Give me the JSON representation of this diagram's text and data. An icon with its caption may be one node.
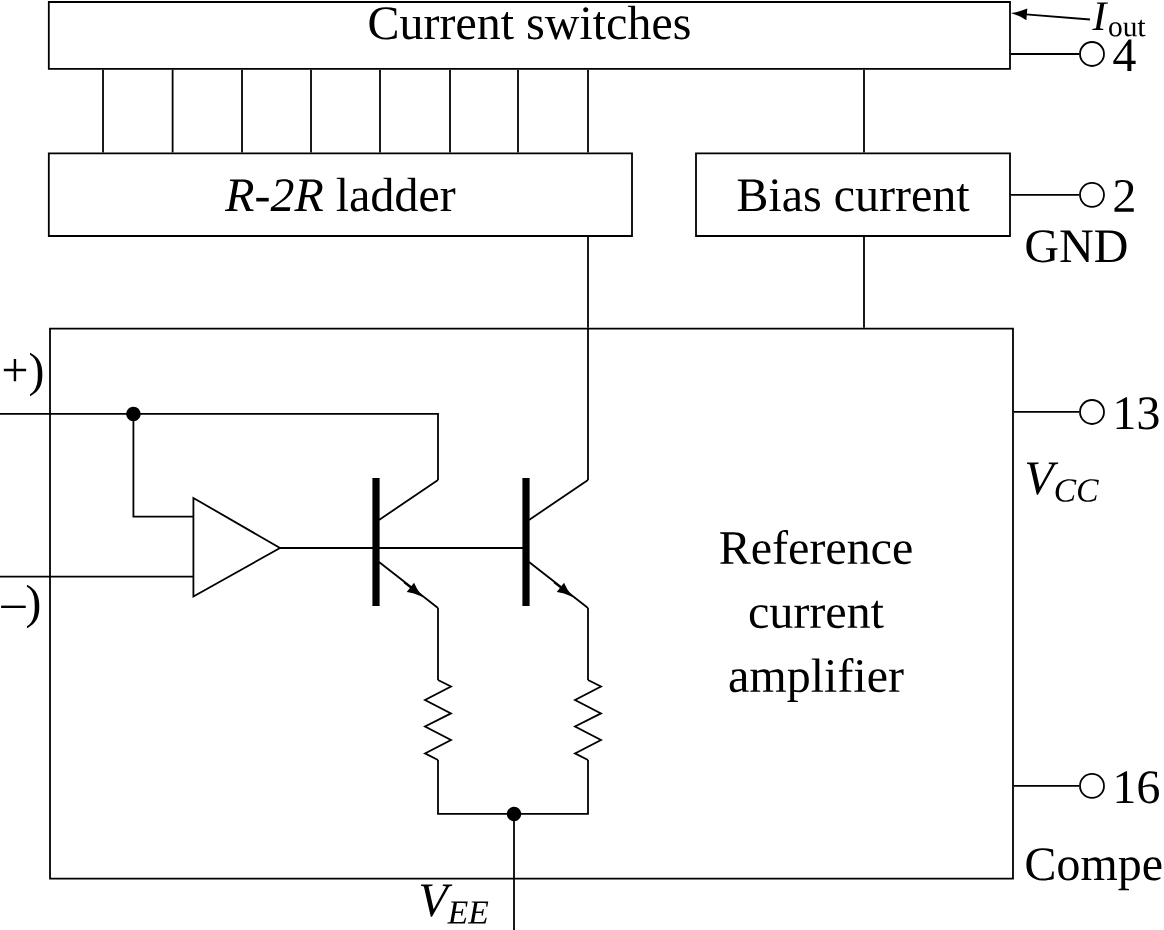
{
  "diagram": {
    "nodes": [
      {
        "text": [
          "Current switches"
        ]
      },
      {
        "text": [
          "*R-2R* ladder"
        ]
      },
      {
        "text": [
          "Bias current"
        ]
      },
      {
        "text": [
          "Reference current amplifier"
        ]
      },
      {
        "text": [
          "*I*$_{out}$"
        ]
      },
      {
        "text": [],
        "shape": "circle",
        "beside": [
          "4"
        ]
      },
      {
        "text": [],
        "shape": "circle",
        "beside": [
          "2",
          "GND"
        ]
      },
      {
        "text": [],
        "shape": "circle",
        "beside": [
          "13",
          "*V$_{CC}$*"
        ]
      },
      {
        "text": [],
        "shape": "circle",
        "beside": [
          "16"
        ]
      }
    ],
    "edges": [
      {
        "from": 0,
        "to": 1,
        "arrow": "none"
      },
      {
        "from": 0,
        "to": 1,
        "arrow": "none"
      },
      {
        "from": 0,
        "to": 1,
        "arrow": "none"
      },
      {
        "from": 0,
        "to": 1,
        "arrow": "none"
      },
      {
        "from": 0,
        "to": 1,
        "arrow": "none"
      },
      {
        "from": 0,
        "to": 1,
        "arrow": "none"
      },
      {
        "from": 0,
        "to": 1,
        "arrow": "none"
      },
      {
        "from": 0,
        "to": 1,
        "arrow": "none"
      },
      {
        "from": 0,
        "to": 2,
        "arrow": "none"
      },
      {
        "from": 2,
        "to": 3,
        "arrow": "none"
      },
      {
        "from": 1,
        "to": 3,
        "arrow": "none"
      },
      {
        "from": 4,
        "to": 0,
        "arrow": "to"
      },
      {
        "from": 0,
        "to": 5,
        "arrow": "none"
      },
      {
        "from": 2,
        "to": 6,
        "arrow": "none"
      },
      {
        "from": 3,
        "to": 7,
        "arrow": "none"
      },
      {
        "from": 3,
        "to": 8,
        "arrow": "none"
      }
    ],
    "labels": [
      "+)",
      "–)",
      "Compe",
      "*V$_{EE}$*"
    ]
  }
}
